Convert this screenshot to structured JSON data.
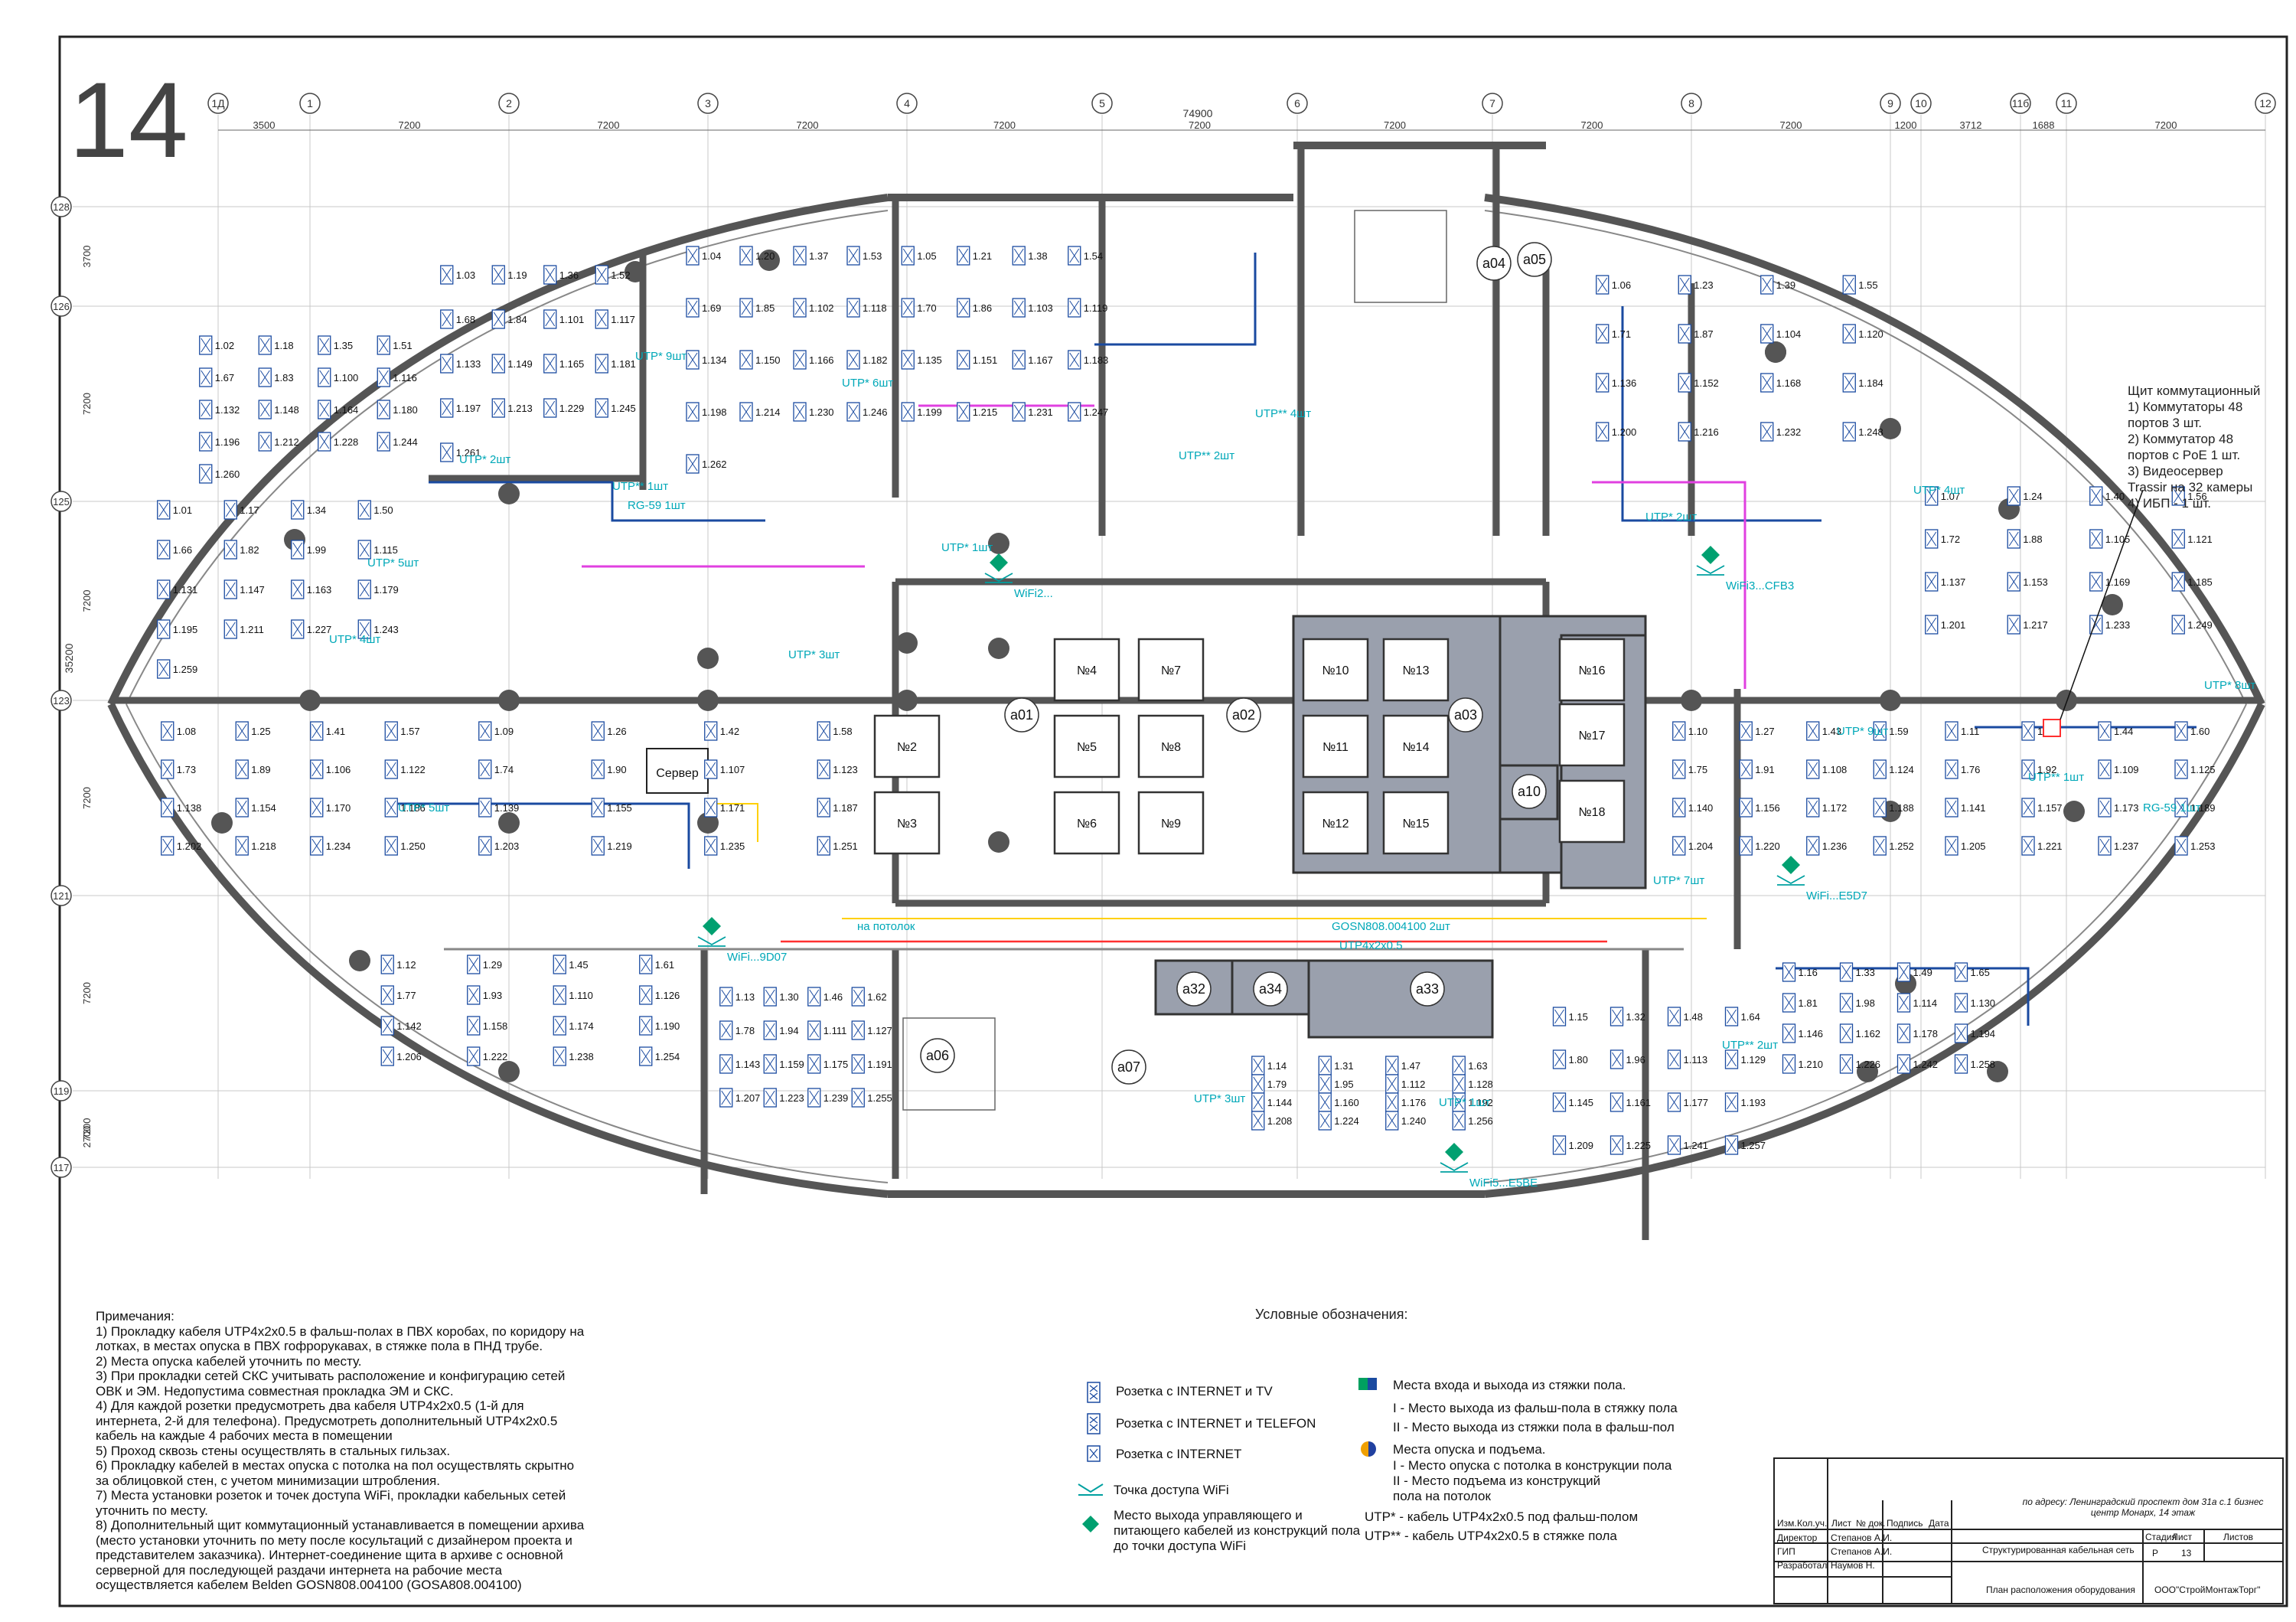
{
  "sheet_number": "14",
  "grid": {
    "columns": [
      "1Д",
      "1",
      "2",
      "3",
      "4",
      "5",
      "6",
      "7",
      "8",
      "9",
      "10",
      "11б",
      "11",
      "12"
    ],
    "total_dim": "74900",
    "dims": [
      "3500",
      "7200",
      "7200",
      "7200",
      "7200",
      "7200",
      "7200",
      "7200",
      "7200",
      "1200",
      "3712",
      "1688",
      "7200"
    ],
    "rows": [
      "128",
      "126",
      "125",
      "123",
      "121",
      "119",
      "117"
    ],
    "row_dims": [
      "3700",
      "7200",
      "7200",
      "7200",
      "7200",
      "7200",
      "2700"
    ],
    "total_height": "35200"
  },
  "rooms": [
    "а01",
    "а02",
    "а03",
    "а04",
    "а05",
    "а06",
    "а07",
    "а10",
    "а32",
    "а33",
    "а34"
  ],
  "lifts": [
    "№2",
    "№3",
    "№4",
    "№5",
    "№6",
    "№7",
    "№8",
    "№9",
    "№10",
    "№11",
    "№12",
    "№13",
    "№14",
    "№15",
    "№16",
    "№17",
    "№18"
  ],
  "server_label": "Сервер",
  "cable_labels": [
    "UTP* 5шт",
    "UTP* 2шт",
    "UTP* 4шт",
    "UTP* 9шт",
    "UTP** 1шт",
    "RG-59 1шт",
    "UTP* 3шт",
    "UTP* 1шт",
    "UTP** 2шт",
    "UTP** 4шт",
    "UTP* 6шт",
    "UTP* 8шт",
    "UTP* 7шт",
    "GOSN808.004100 2шт",
    "UTP4x2x0.5",
    "на потолок"
  ],
  "outlet_ids": [
    "1.01",
    "1.02",
    "1.03",
    "1.04",
    "1.05",
    "1.06",
    "1.07",
    "1.08",
    "1.09",
    "1.10",
    "1.11",
    "1.12",
    "1.13",
    "1.14",
    "1.15",
    "1.16",
    "1.17",
    "1.18",
    "1.19",
    "1.20",
    "1.21",
    "1.23",
    "1.24",
    "1.25",
    "1.26",
    "1.27",
    "1.28",
    "1.29",
    "1.30",
    "1.31",
    "1.32",
    "1.33",
    "1.34",
    "1.35",
    "1.36",
    "1.37",
    "1.38",
    "1.39",
    "1.40",
    "1.41",
    "1.42",
    "1.43",
    "1.44",
    "1.45",
    "1.46",
    "1.47",
    "1.48",
    "1.49",
    "1.50",
    "1.51",
    "1.52",
    "1.53",
    "1.54",
    "1.55",
    "1.56",
    "1.57",
    "1.58",
    "1.59",
    "1.60",
    "1.61",
    "1.62",
    "1.63",
    "1.64",
    "1.65",
    "1.66",
    "1.67",
    "1.68",
    "1.69",
    "1.70",
    "1.71",
    "1.72",
    "1.73",
    "1.74",
    "1.75",
    "1.76",
    "1.77",
    "1.78",
    "1.79",
    "1.80",
    "1.81",
    "1.82",
    "1.83",
    "1.84",
    "1.85",
    "1.86",
    "1.87",
    "1.88",
    "1.89",
    "1.90",
    "1.91",
    "1.92",
    "1.93",
    "1.94",
    "1.95",
    "1.96",
    "1.98",
    "1.99",
    "1.100",
    "1.101",
    "1.102",
    "1.103",
    "1.104",
    "1.105",
    "1.106",
    "1.107",
    "1.108",
    "1.109",
    "1.110",
    "1.111",
    "1.112",
    "1.113",
    "1.114",
    "1.115",
    "1.116",
    "1.117",
    "1.118",
    "1.119",
    "1.120",
    "1.121",
    "1.122",
    "1.123",
    "1.124",
    "1.125",
    "1.126",
    "1.127",
    "1.128",
    "1.129",
    "1.130",
    "1.131",
    "1.132",
    "1.133",
    "1.134",
    "1.135",
    "1.136",
    "1.137",
    "1.138",
    "1.139",
    "1.140",
    "1.141",
    "1.142",
    "1.143",
    "1.144",
    "1.145",
    "1.146",
    "1.147",
    "1.148",
    "1.149",
    "1.150",
    "1.151",
    "1.152",
    "1.153",
    "1.154",
    "1.155",
    "1.156",
    "1.157",
    "1.158",
    "1.159",
    "1.160",
    "1.161",
    "1.162",
    "1.163",
    "1.164",
    "1.165",
    "1.166",
    "1.167",
    "1.168",
    "1.169",
    "1.170",
    "1.171",
    "1.172",
    "1.173",
    "1.174",
    "1.175",
    "1.176",
    "1.177",
    "1.178",
    "1.179",
    "1.180",
    "1.181",
    "1.182",
    "1.183",
    "1.184",
    "1.185",
    "1.186",
    "1.187",
    "1.188",
    "1.189",
    "1.190",
    "1.191",
    "1.192",
    "1.193",
    "1.194",
    "1.195",
    "1.196",
    "1.197",
    "1.198",
    "1.199",
    "1.200",
    "1.201",
    "1.202",
    "1.203",
    "1.204",
    "1.205",
    "1.206",
    "1.207",
    "1.208",
    "1.209",
    "1.210",
    "1.211",
    "1.212",
    "1.213",
    "1.214",
    "1.215",
    "1.216",
    "1.217",
    "1.218",
    "1.219",
    "1.220",
    "1.221",
    "1.222",
    "1.223",
    "1.224",
    "1.225",
    "1.226",
    "1.227",
    "1.228",
    "1.229",
    "1.230",
    "1.231",
    "1.232",
    "1.233",
    "1.234",
    "1.235",
    "1.236",
    "1.237",
    "1.238",
    "1.239",
    "1.240",
    "1.241",
    "1.242",
    "1.243",
    "1.244",
    "1.245",
    "1.246",
    "1.247",
    "1.248",
    "1.249",
    "1.250",
    "1.251",
    "1.252",
    "1.253",
    "1.254",
    "1.255",
    "1.256",
    "1.257",
    "1.258",
    "1.259",
    "1.260",
    "1.261",
    "1.262"
  ],
  "wifi_points": [
    "WiFi2...",
    "WiFi...9D07",
    "WiFi5...E5BE",
    "WiFi3...CFB3",
    "WiFi...E5D7"
  ],
  "switchboard": {
    "title": "Щит коммутационный",
    "items": [
      "1) Коммутаторы 48 портов 3 шт.",
      "2) Коммутатор 48 портов с PoE 1 шт.",
      "3) Видеосервер Trassir на 32 камеры",
      "4) ИБП - 1 шт."
    ]
  },
  "notes": {
    "title": "Примечания:",
    "items": [
      "1) Прокладку кабеля UTP4x2x0.5 в фальш-полах в ПВХ коробах, по коридору на лотках, в местах опуска в ПВХ гофрорукавах, в стяжке пола в ПНД трубе.",
      "2) Места опуска кабелей уточнить по месту.",
      "3) При прокладки сетей СКС учитывать расположение и конфигурацию сетей ОВК и ЭМ. Недопустима совместная прокладка ЭМ и СКС.",
      "4) Для каждой розетки предусмотреть два кабеля UTP4x2x0.5 (1-й для интернета, 2-й для телефона). Предусмотреть дополнительный UTP4x2x0.5 кабель на каждые 4 рабочих места в помещении",
      "5) Проход сквозь стены осуществлять в стальных гильзах.",
      "6) Прокладку кабелей в местах опуска с потолка на пол осуществлять скрытно за облицовкой стен, с учетом минимизации штробления.",
      "7) Места установки розеток и точек доступа WiFi, прокладки кабельных сетей уточнить по месту.",
      "8) Дополнительный щит коммутационный устанавливается в помещении архива (место установки уточнить по мету после косультаций с дизайнером проекта и представителем заказчика). Интернет-соединение щита в архиве с основной серверной для последующей раздачи интернета на рабочие места осуществляется кабелем Belden GOSN808.004100 (GOSA808.004100)"
    ]
  },
  "legend": {
    "title": "Условные обозначения:",
    "outlet_tv": "Розетка с INTERNET и TV",
    "outlet_tel": "Розетка с INTERNET и TELEFON",
    "outlet_net": "Розетка с INTERNET",
    "wifi": "Точка доступа WiFi",
    "wifi_exit": "Место выхода управляющего и питающего кабелей из конструкций пола до точки доступа WiFi",
    "screed_title": "Места входа и выхода из стяжки пола.",
    "screed_1": "I - Место выхода из фальш-пола в стяжку пола",
    "screed_2": "II - Место выхода из стяжки пола в фальш-пол",
    "drop_title": "Места опуска и подъема.",
    "drop_1": "I - Место опуска с потолка в конструкции пола",
    "drop_2": "II - Место подъема из конструкций пола на потолок",
    "utp1": "UTP*  - кабель UTP4x2x0.5  под фальш-полом",
    "utp2": "UTP** - кабель UTP4x2x0.5 в стяжке пола",
    "colors": {
      "cyan": "#00b8c8",
      "magenta": "#e040e0",
      "red": "#ff3030",
      "blue": "#1a4aa0",
      "green": "#00a060",
      "wall": "#555555"
    }
  },
  "title_block": {
    "address": "по адресу: Ленинградский проспект дом 31а с.1 бизнес центр Монарх, 14 этаж",
    "heads": [
      "Изм.",
      "Кол.уч.",
      "Лист",
      "№ док.",
      "Подпись",
      "Дата"
    ],
    "roles": [
      {
        "role": "Директор",
        "name": "Степанов А.И."
      },
      {
        "role": "ГИП",
        "name": "Степанов А.И."
      },
      {
        "role": "Разработал",
        "name": "Наумов Н."
      }
    ],
    "system": "Структурированная кабельная сеть",
    "sheet_title": "План расположения оборудования",
    "stage_head": "Стадия",
    "sheet_head": "Лист",
    "sheets_head": "Листов",
    "stage": "Р",
    "sheet": "13",
    "company": "ООО\"СтройМонтажТорг\""
  }
}
